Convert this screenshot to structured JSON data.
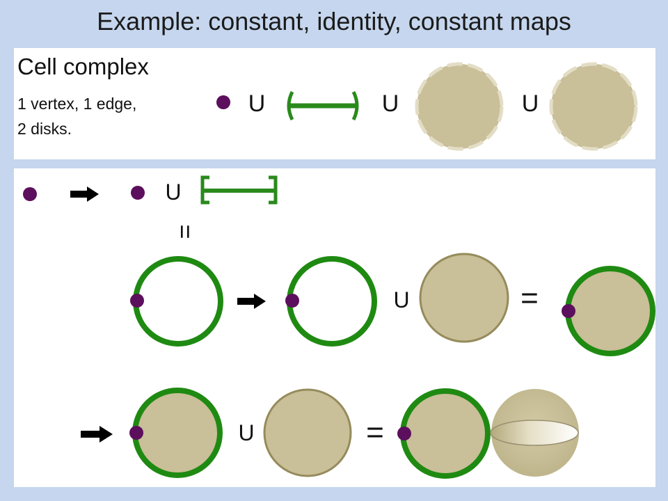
{
  "title": "Example:  constant, identity, constant maps",
  "cell_complex": {
    "heading": "Cell complex",
    "description_lines": [
      "1 vertex, 1 edge,",
      "2 disks."
    ]
  },
  "symbols": {
    "union": "U",
    "equals": "=",
    "equals_rotated": "="
  },
  "colors": {
    "background": "#c5d6ee",
    "panel": "#ffffff",
    "vertex": "#5c0f5c",
    "edge": "#2a8a1c",
    "disk_fill": "#c9bf98",
    "disk_border": "#958b5c",
    "arrow": "#000000"
  }
}
